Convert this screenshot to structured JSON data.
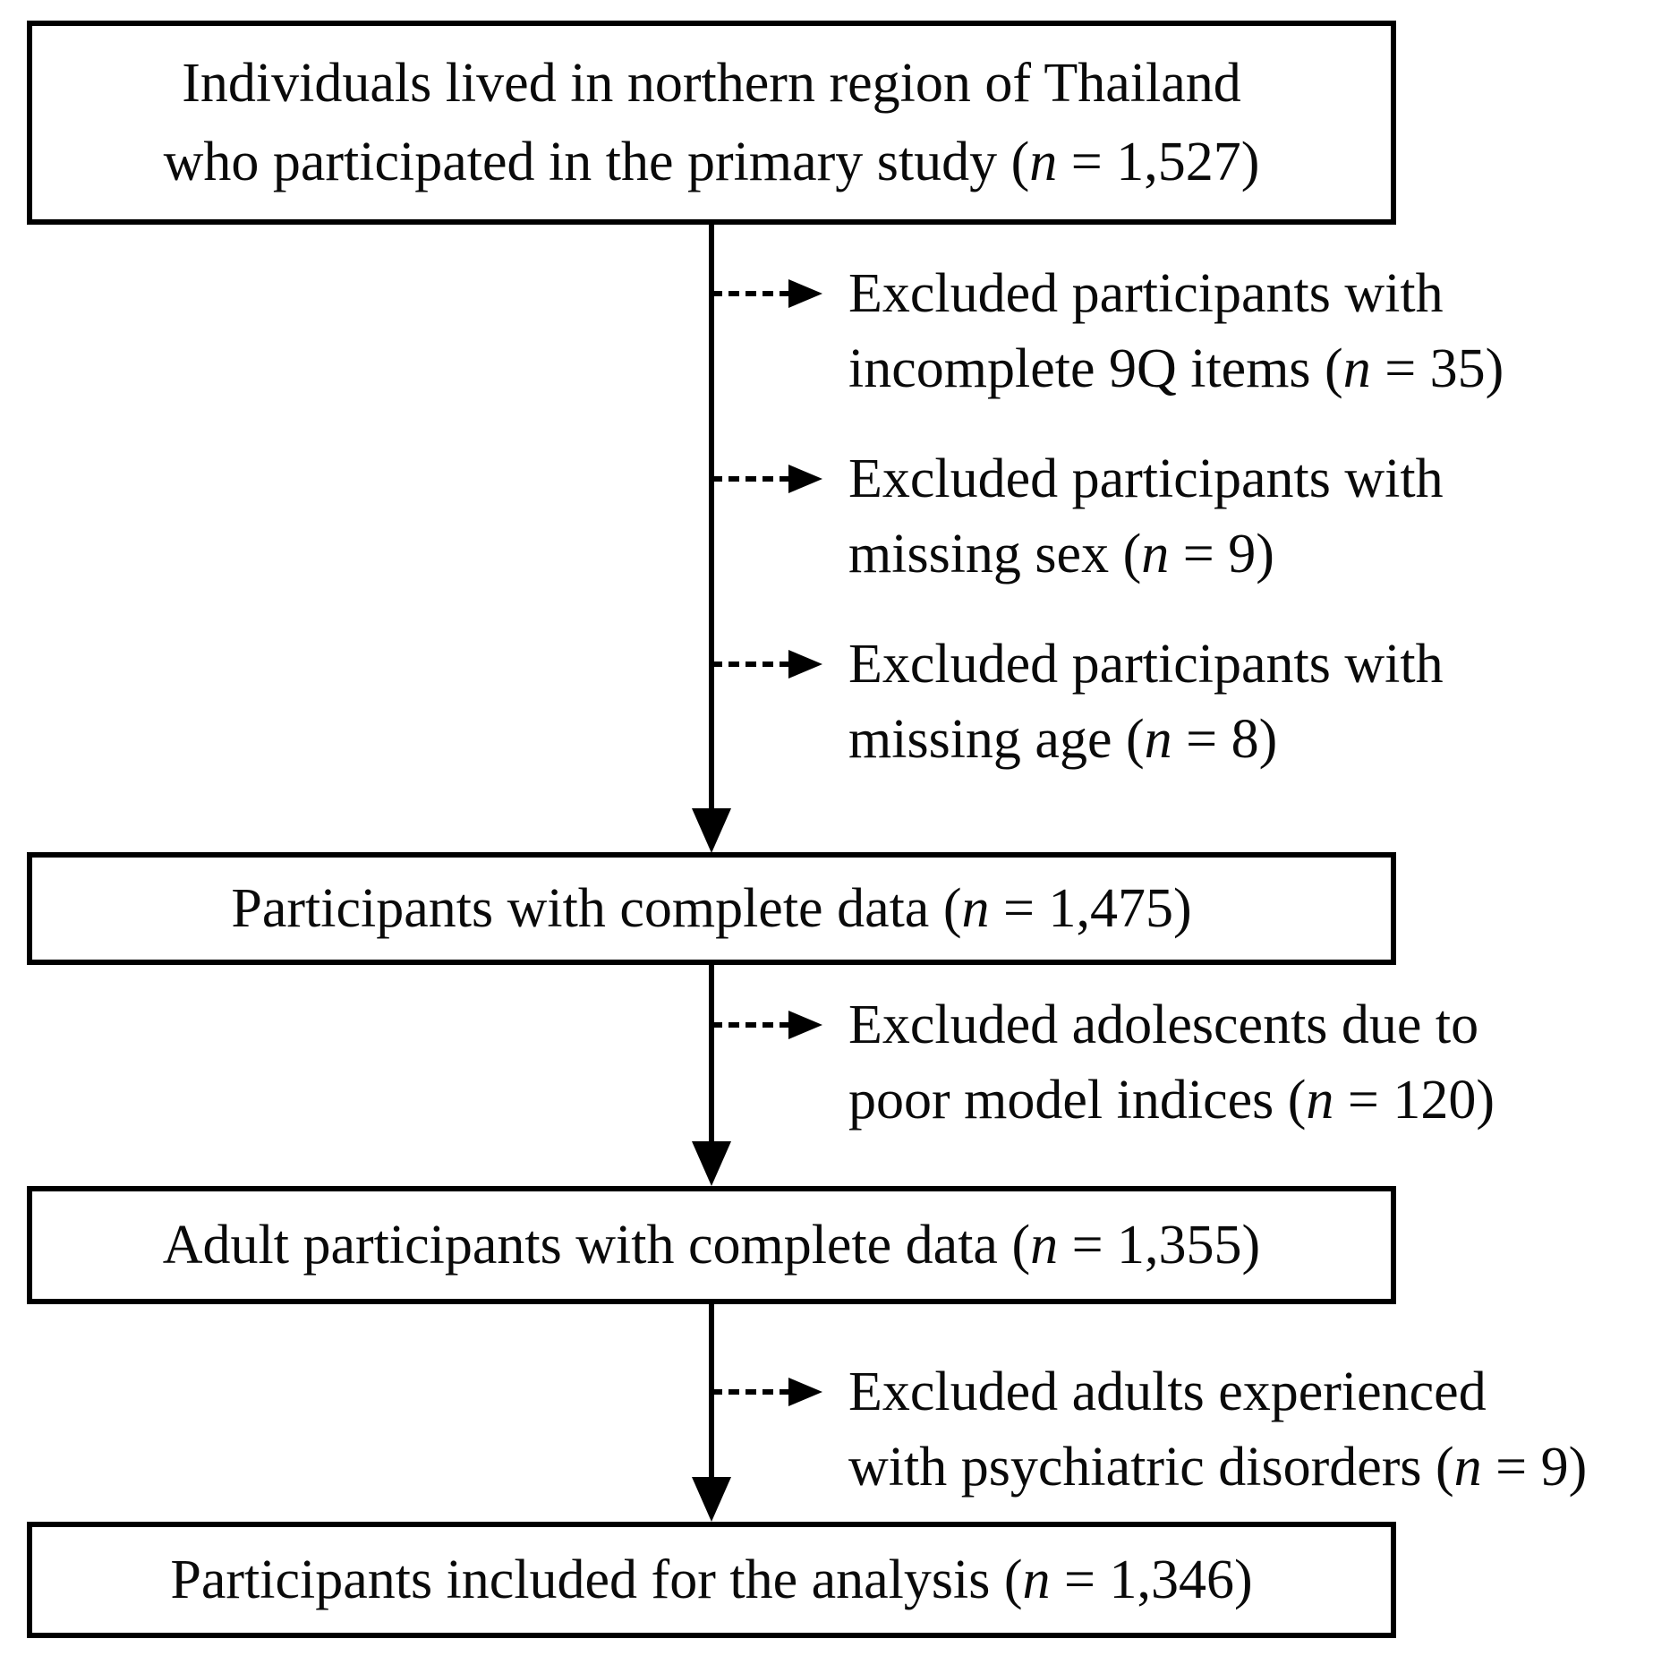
{
  "figure": {
    "background_color": "#ffffff",
    "line_color": "#000000",
    "text_color": "#0a0a0a",
    "type": "participant-flow-diagram"
  },
  "flow": {
    "boxes": [
      {
        "id": "primary-study",
        "n": "1,527",
        "lines": [
          "Individuals lived in northern region of Thailand",
          "who participated in the primary study (n = 1,527)"
        ]
      },
      {
        "id": "complete-data",
        "n": "1,475",
        "lines": [
          "Participants with complete data (n = 1,475)"
        ]
      },
      {
        "id": "adult-complete-data",
        "n": "1,355",
        "lines": [
          "Adult participants with complete data (n = 1,355)"
        ]
      },
      {
        "id": "included-for-analysis",
        "n": "1,346",
        "lines": [
          "Participants included for the analysis (n = 1,346)"
        ]
      }
    ],
    "exclusions": [
      {
        "n": "35",
        "lines": [
          "Excluded participants with",
          "incomplete 9Q items (n = 35)"
        ]
      },
      {
        "n": "9",
        "lines": [
          "Excluded participants with",
          "missing sex (n = 9)"
        ]
      },
      {
        "n": "8",
        "lines": [
          "Excluded participants with",
          "missing age (n = 8)"
        ]
      },
      {
        "n": "120",
        "lines": [
          "Excluded adolescents due to",
          "poor model indices (n = 120)"
        ]
      },
      {
        "n": "9",
        "lines": [
          "Excluded adults experienced",
          "with psychiatric disorders (n = 9)"
        ]
      }
    ]
  }
}
